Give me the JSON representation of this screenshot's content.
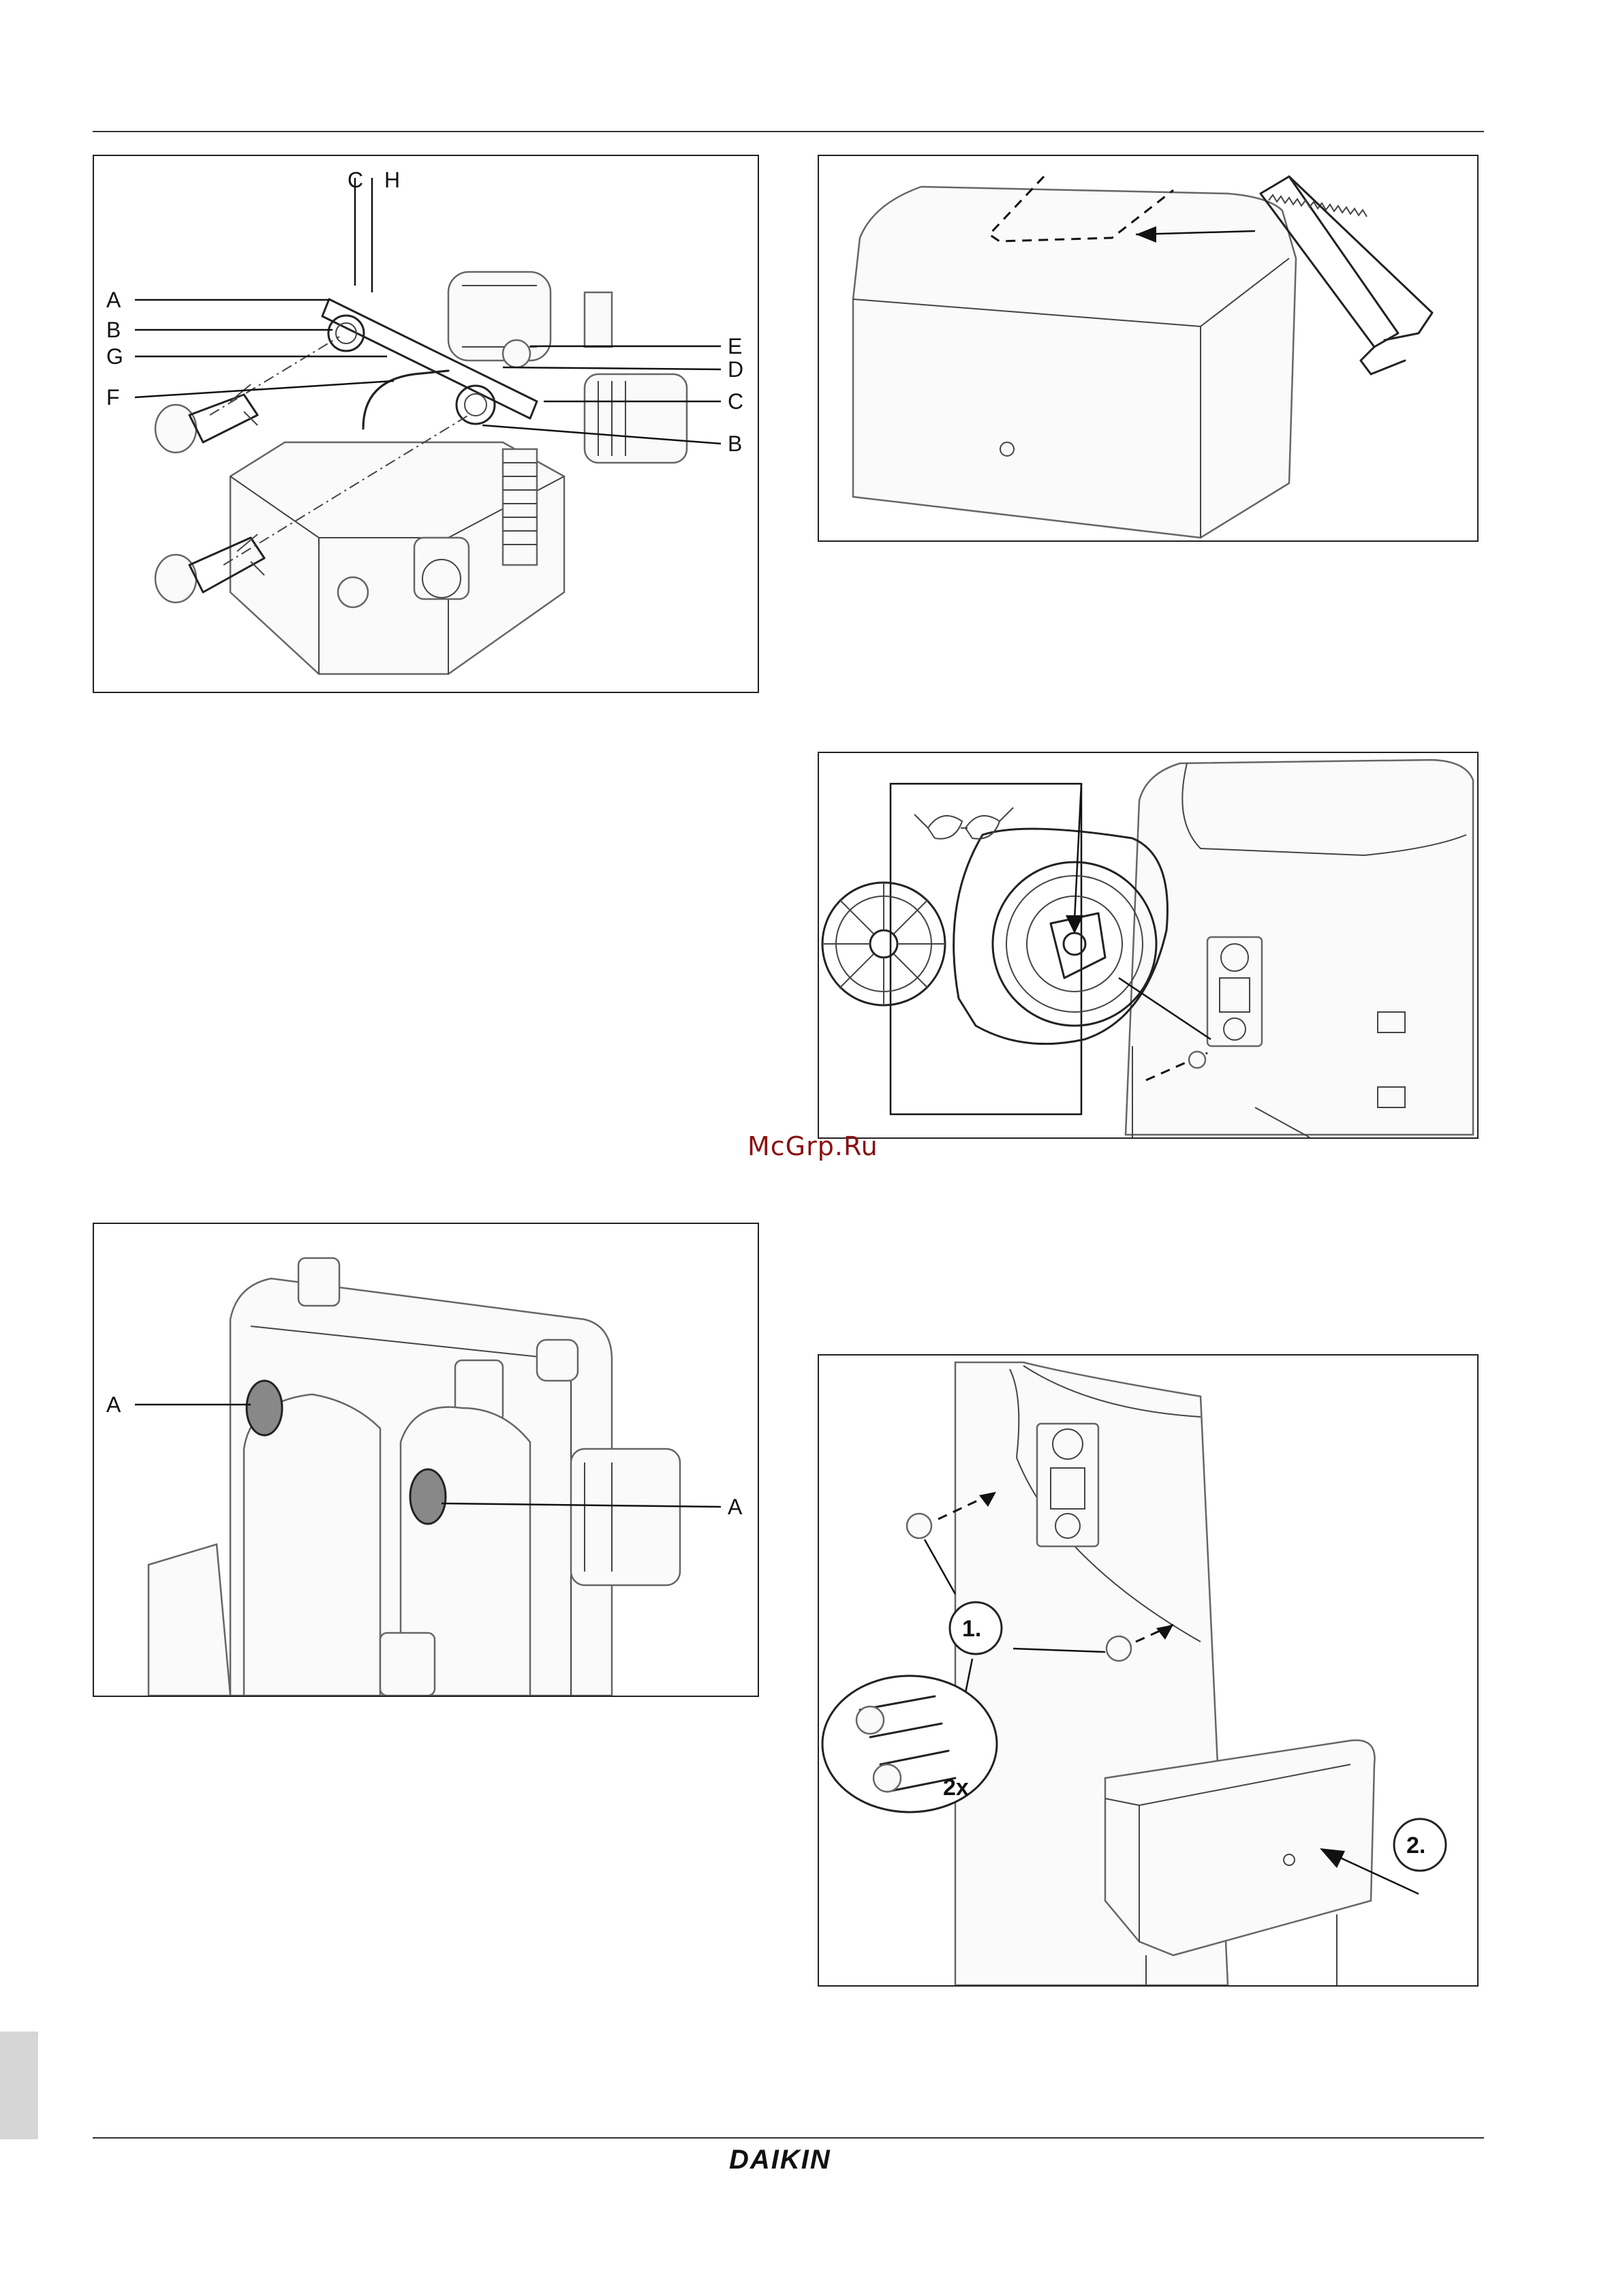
{
  "watermark": "McGrp.Ru",
  "footer": {
    "brand": "DAIKIN"
  },
  "figure_hydro": {
    "labels": {
      "C_top": "C",
      "H_top": "H",
      "A": "A",
      "B_left": "B",
      "G": "G",
      "F": "F",
      "E": "E",
      "D": "D",
      "C_right": "C",
      "B_right": "B"
    }
  },
  "figure_caps": {
    "labels": {
      "A_left": "A",
      "A_right": "A"
    }
  },
  "figure_reinstall": {
    "steps": {
      "one": "1.",
      "two": "2.",
      "qty": "2x"
    }
  },
  "colors": {
    "ink": "#222222",
    "frame": "#222222",
    "tab": "#d6d6d6",
    "watermark": "#8a1010"
  }
}
